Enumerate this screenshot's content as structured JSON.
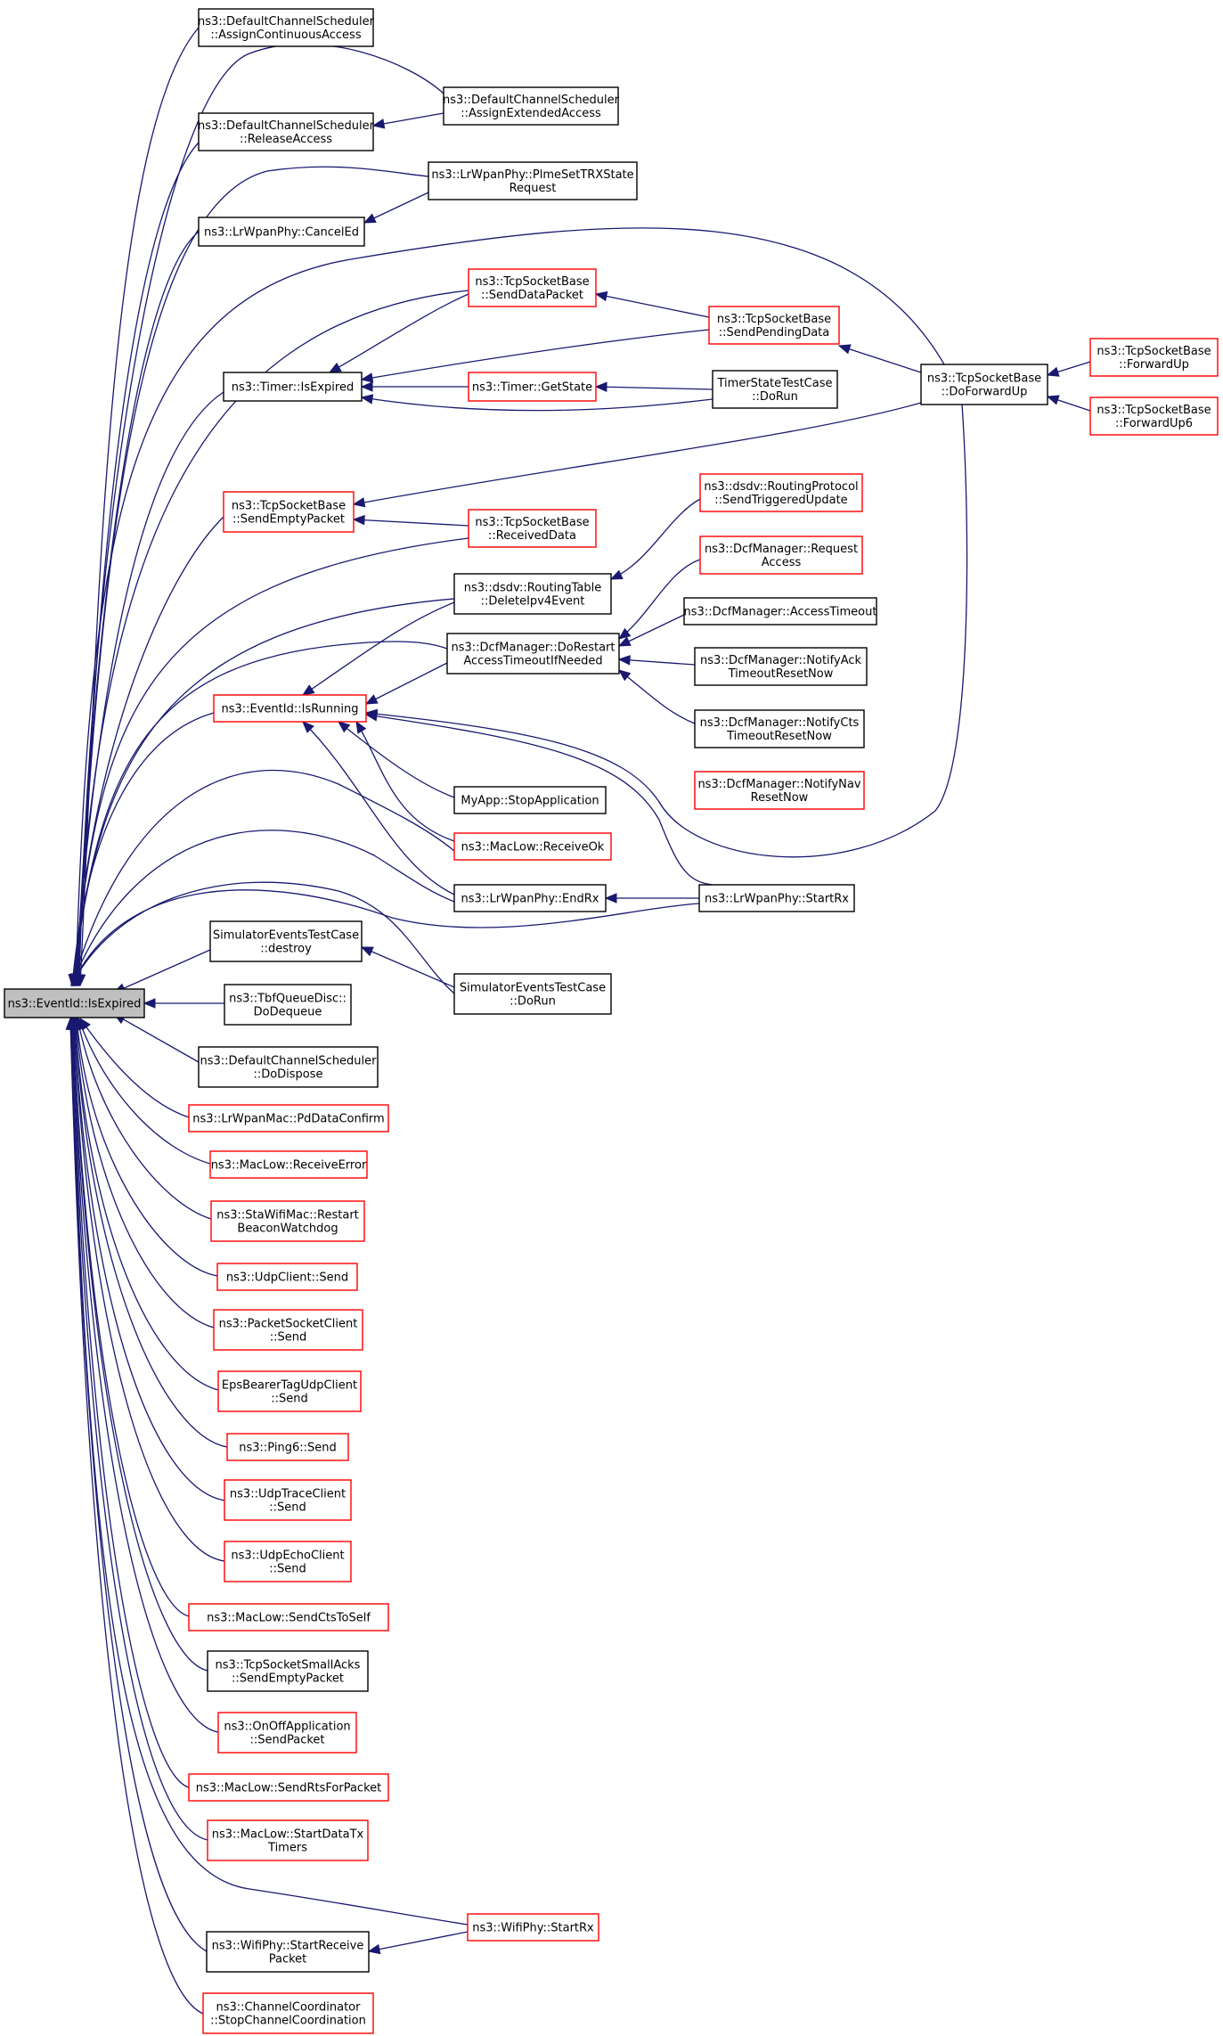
{
  "colors": {
    "edge": "#191970",
    "red_border": "#ff0000",
    "black_border": "#000000",
    "focus_fill": "#bfbfbf"
  },
  "nodes": [
    {
      "id": "n0",
      "label": [
        "ns3::EventId::IsExpired"
      ],
      "border": "focus"
    },
    {
      "id": "n1",
      "label": [
        "ns3::DefaultChannelScheduler",
        "::AssignContinuousAccess"
      ],
      "border": "black"
    },
    {
      "id": "n2",
      "label": [
        "ns3::DefaultChannelScheduler",
        "::AssignExtendedAccess"
      ],
      "border": "black"
    },
    {
      "id": "n3",
      "label": [
        "ns3::DefaultChannelScheduler",
        "::ReleaseAccess"
      ],
      "border": "black"
    },
    {
      "id": "n4",
      "label": [
        "ns3::LrWpanPhy::PlmeSetTRXState",
        "Request"
      ],
      "border": "black"
    },
    {
      "id": "n5",
      "label": [
        "ns3::LrWpanPhy::CancelEd"
      ],
      "border": "black"
    },
    {
      "id": "n6",
      "label": [
        "ns3::TcpSocketBase",
        "::SendDataPacket"
      ],
      "border": "red"
    },
    {
      "id": "n7",
      "label": [
        "ns3::TcpSocketBase",
        "::SendPendingData"
      ],
      "border": "red"
    },
    {
      "id": "n8",
      "label": [
        "ns3::Timer::IsExpired"
      ],
      "border": "black"
    },
    {
      "id": "n9",
      "label": [
        "ns3::Timer::GetState"
      ],
      "border": "red"
    },
    {
      "id": "n10",
      "label": [
        "TimerStateTestCase",
        "::DoRun"
      ],
      "border": "black"
    },
    {
      "id": "n11",
      "label": [
        "ns3::TcpSocketBase",
        "::DoForwardUp"
      ],
      "border": "black"
    },
    {
      "id": "n12",
      "label": [
        "ns3::TcpSocketBase",
        "::ForwardUp"
      ],
      "border": "red"
    },
    {
      "id": "n13",
      "label": [
        "ns3::TcpSocketBase",
        "::ForwardUp6"
      ],
      "border": "red"
    },
    {
      "id": "n14",
      "label": [
        "ns3::TcpSocketBase",
        "::SendEmptyPacket"
      ],
      "border": "red"
    },
    {
      "id": "n15",
      "label": [
        "ns3::TcpSocketBase",
        "::ReceivedData"
      ],
      "border": "red"
    },
    {
      "id": "n16",
      "label": [
        "ns3::dsdv::RoutingProtocol",
        "::SendTriggeredUpdate"
      ],
      "border": "red"
    },
    {
      "id": "n17",
      "label": [
        "ns3::DcfManager::Request",
        "Access"
      ],
      "border": "red"
    },
    {
      "id": "n18",
      "label": [
        "ns3::dsdv::RoutingTable",
        "::DeleteIpv4Event"
      ],
      "border": "black"
    },
    {
      "id": "n19",
      "label": [
        "ns3::DcfManager::AccessTimeout"
      ],
      "border": "black"
    },
    {
      "id": "n20",
      "label": [
        "ns3::DcfManager::DoRestart",
        "AccessTimeoutIfNeeded"
      ],
      "border": "black"
    },
    {
      "id": "n21",
      "label": [
        "ns3::DcfManager::NotifyAck",
        "TimeoutResetNow"
      ],
      "border": "black"
    },
    {
      "id": "n22",
      "label": [
        "ns3::EventId::IsRunning"
      ],
      "border": "red"
    },
    {
      "id": "n23",
      "label": [
        "ns3::DcfManager::NotifyCts",
        "TimeoutResetNow"
      ],
      "border": "black"
    },
    {
      "id": "n24",
      "label": [
        "ns3::DcfManager::NotifyNav",
        "ResetNow"
      ],
      "border": "red"
    },
    {
      "id": "n25",
      "label": [
        "MyApp::StopApplication"
      ],
      "border": "black"
    },
    {
      "id": "n26",
      "label": [
        "ns3::MacLow::ReceiveOk"
      ],
      "border": "red"
    },
    {
      "id": "n27",
      "label": [
        "ns3::LrWpanPhy::EndRx"
      ],
      "border": "black"
    },
    {
      "id": "n28",
      "label": [
        "ns3::LrWpanPhy::StartRx"
      ],
      "border": "black"
    },
    {
      "id": "n29",
      "label": [
        "SimulatorEventsTestCase",
        "::destroy"
      ],
      "border": "black"
    },
    {
      "id": "n30",
      "label": [
        "SimulatorEventsTestCase",
        "::DoRun"
      ],
      "border": "black"
    },
    {
      "id": "n31",
      "label": [
        "ns3::TbfQueueDisc::",
        "DoDequeue"
      ],
      "border": "black"
    },
    {
      "id": "n32",
      "label": [
        "ns3::DefaultChannelScheduler",
        "::DoDispose"
      ],
      "border": "black"
    },
    {
      "id": "n33",
      "label": [
        "ns3::LrWpanMac::PdDataConfirm"
      ],
      "border": "red"
    },
    {
      "id": "n34",
      "label": [
        "ns3::MacLow::ReceiveError"
      ],
      "border": "red"
    },
    {
      "id": "n35",
      "label": [
        "ns3::StaWifiMac::Restart",
        "BeaconWatchdog"
      ],
      "border": "red"
    },
    {
      "id": "n36",
      "label": [
        "ns3::UdpClient::Send"
      ],
      "border": "red"
    },
    {
      "id": "n37",
      "label": [
        "ns3::PacketSocketClient",
        "::Send"
      ],
      "border": "red"
    },
    {
      "id": "n38",
      "label": [
        "EpsBearerTagUdpClient",
        "::Send"
      ],
      "border": "red"
    },
    {
      "id": "n39",
      "label": [
        "ns3::Ping6::Send"
      ],
      "border": "red"
    },
    {
      "id": "n40",
      "label": [
        "ns3::UdpTraceClient",
        "::Send"
      ],
      "border": "red"
    },
    {
      "id": "n41",
      "label": [
        "ns3::UdpEchoClient",
        "::Send"
      ],
      "border": "red"
    },
    {
      "id": "n42",
      "label": [
        "ns3::MacLow::SendCtsToSelf"
      ],
      "border": "red"
    },
    {
      "id": "n43",
      "label": [
        "ns3::TcpSocketSmallAcks",
        "::SendEmptyPacket"
      ],
      "border": "black"
    },
    {
      "id": "n44",
      "label": [
        "ns3::OnOffApplication",
        "::SendPacket"
      ],
      "border": "red"
    },
    {
      "id": "n45",
      "label": [
        "ns3::MacLow::SendRtsForPacket"
      ],
      "border": "red"
    },
    {
      "id": "n46",
      "label": [
        "ns3::MacLow::StartDataTx",
        "Timers"
      ],
      "border": "red"
    },
    {
      "id": "n47",
      "label": [
        "ns3::WifiPhy::StartRx"
      ],
      "border": "red"
    },
    {
      "id": "n48",
      "label": [
        "ns3::WifiPhy::StartReceive",
        "Packet"
      ],
      "border": "black"
    },
    {
      "id": "n49",
      "label": [
        "ns3::ChannelCoordinator",
        "::StopChannelCoordination"
      ],
      "border": "red"
    }
  ],
  "edges": [
    [
      "n0",
      "n1"
    ],
    [
      "n0",
      "n2"
    ],
    [
      "n0",
      "n3"
    ],
    [
      "n0",
      "n4"
    ],
    [
      "n0",
      "n5"
    ],
    [
      "n0",
      "n11"
    ],
    [
      "n0",
      "n6"
    ],
    [
      "n0",
      "n8"
    ],
    [
      "n0",
      "n14"
    ],
    [
      "n0",
      "n15"
    ],
    [
      "n0",
      "n18"
    ],
    [
      "n0",
      "n20"
    ],
    [
      "n0",
      "n22"
    ],
    [
      "n0",
      "n26"
    ],
    [
      "n0",
      "n27"
    ],
    [
      "n0",
      "n28"
    ],
    [
      "n0",
      "n29"
    ],
    [
      "n0",
      "n30"
    ],
    [
      "n0",
      "n31"
    ],
    [
      "n0",
      "n32"
    ],
    [
      "n0",
      "n33"
    ],
    [
      "n0",
      "n34"
    ],
    [
      "n0",
      "n35"
    ],
    [
      "n0",
      "n36"
    ],
    [
      "n0",
      "n37"
    ],
    [
      "n0",
      "n38"
    ],
    [
      "n0",
      "n39"
    ],
    [
      "n0",
      "n40"
    ],
    [
      "n0",
      "n41"
    ],
    [
      "n0",
      "n42"
    ],
    [
      "n0",
      "n43"
    ],
    [
      "n0",
      "n44"
    ],
    [
      "n0",
      "n45"
    ],
    [
      "n0",
      "n46"
    ],
    [
      "n0",
      "n47"
    ],
    [
      "n0",
      "n48"
    ],
    [
      "n0",
      "n49"
    ],
    [
      "n3",
      "n2"
    ],
    [
      "n5",
      "n4"
    ],
    [
      "n8",
      "n6"
    ],
    [
      "n8",
      "n7"
    ],
    [
      "n8",
      "n9"
    ],
    [
      "n8",
      "n10"
    ],
    [
      "n6",
      "n7"
    ],
    [
      "n7",
      "n11"
    ],
    [
      "n9",
      "n10"
    ],
    [
      "n11",
      "n12"
    ],
    [
      "n11",
      "n13"
    ],
    [
      "n14",
      "n11"
    ],
    [
      "n14",
      "n15"
    ],
    [
      "n18",
      "n16"
    ],
    [
      "n20",
      "n17"
    ],
    [
      "n20",
      "n19"
    ],
    [
      "n20",
      "n21"
    ],
    [
      "n20",
      "n23"
    ],
    [
      "n20",
      "n24"
    ],
    [
      "n22",
      "n18"
    ],
    [
      "n22",
      "n20"
    ],
    [
      "n22",
      "n11"
    ],
    [
      "n22",
      "n25"
    ],
    [
      "n22",
      "n26"
    ],
    [
      "n22",
      "n27"
    ],
    [
      "n22",
      "n28"
    ],
    [
      "n27",
      "n28"
    ],
    [
      "n29",
      "n30"
    ],
    [
      "n48",
      "n47"
    ]
  ]
}
